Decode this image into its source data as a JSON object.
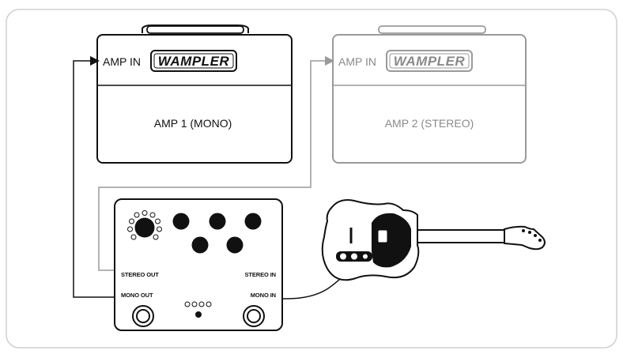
{
  "diagram": {
    "amp1": {
      "input_label": "AMP IN",
      "brand": "WAMPLER",
      "name": "AMP 1 (MONO)"
    },
    "amp2": {
      "input_label": "AMP IN",
      "brand": "WAMPLER",
      "name": "AMP 2 (STEREO)"
    },
    "pedal": {
      "stereo_out_label": "STEREO OUT",
      "stereo_in_label": "STEREO IN",
      "mono_out_label": "MONO OUT",
      "mono_in_label": "MONO IN"
    },
    "colors": {
      "active_line": "#111111",
      "inactive_line": "#9a9a9a",
      "frame": "#cfcfcf"
    }
  }
}
